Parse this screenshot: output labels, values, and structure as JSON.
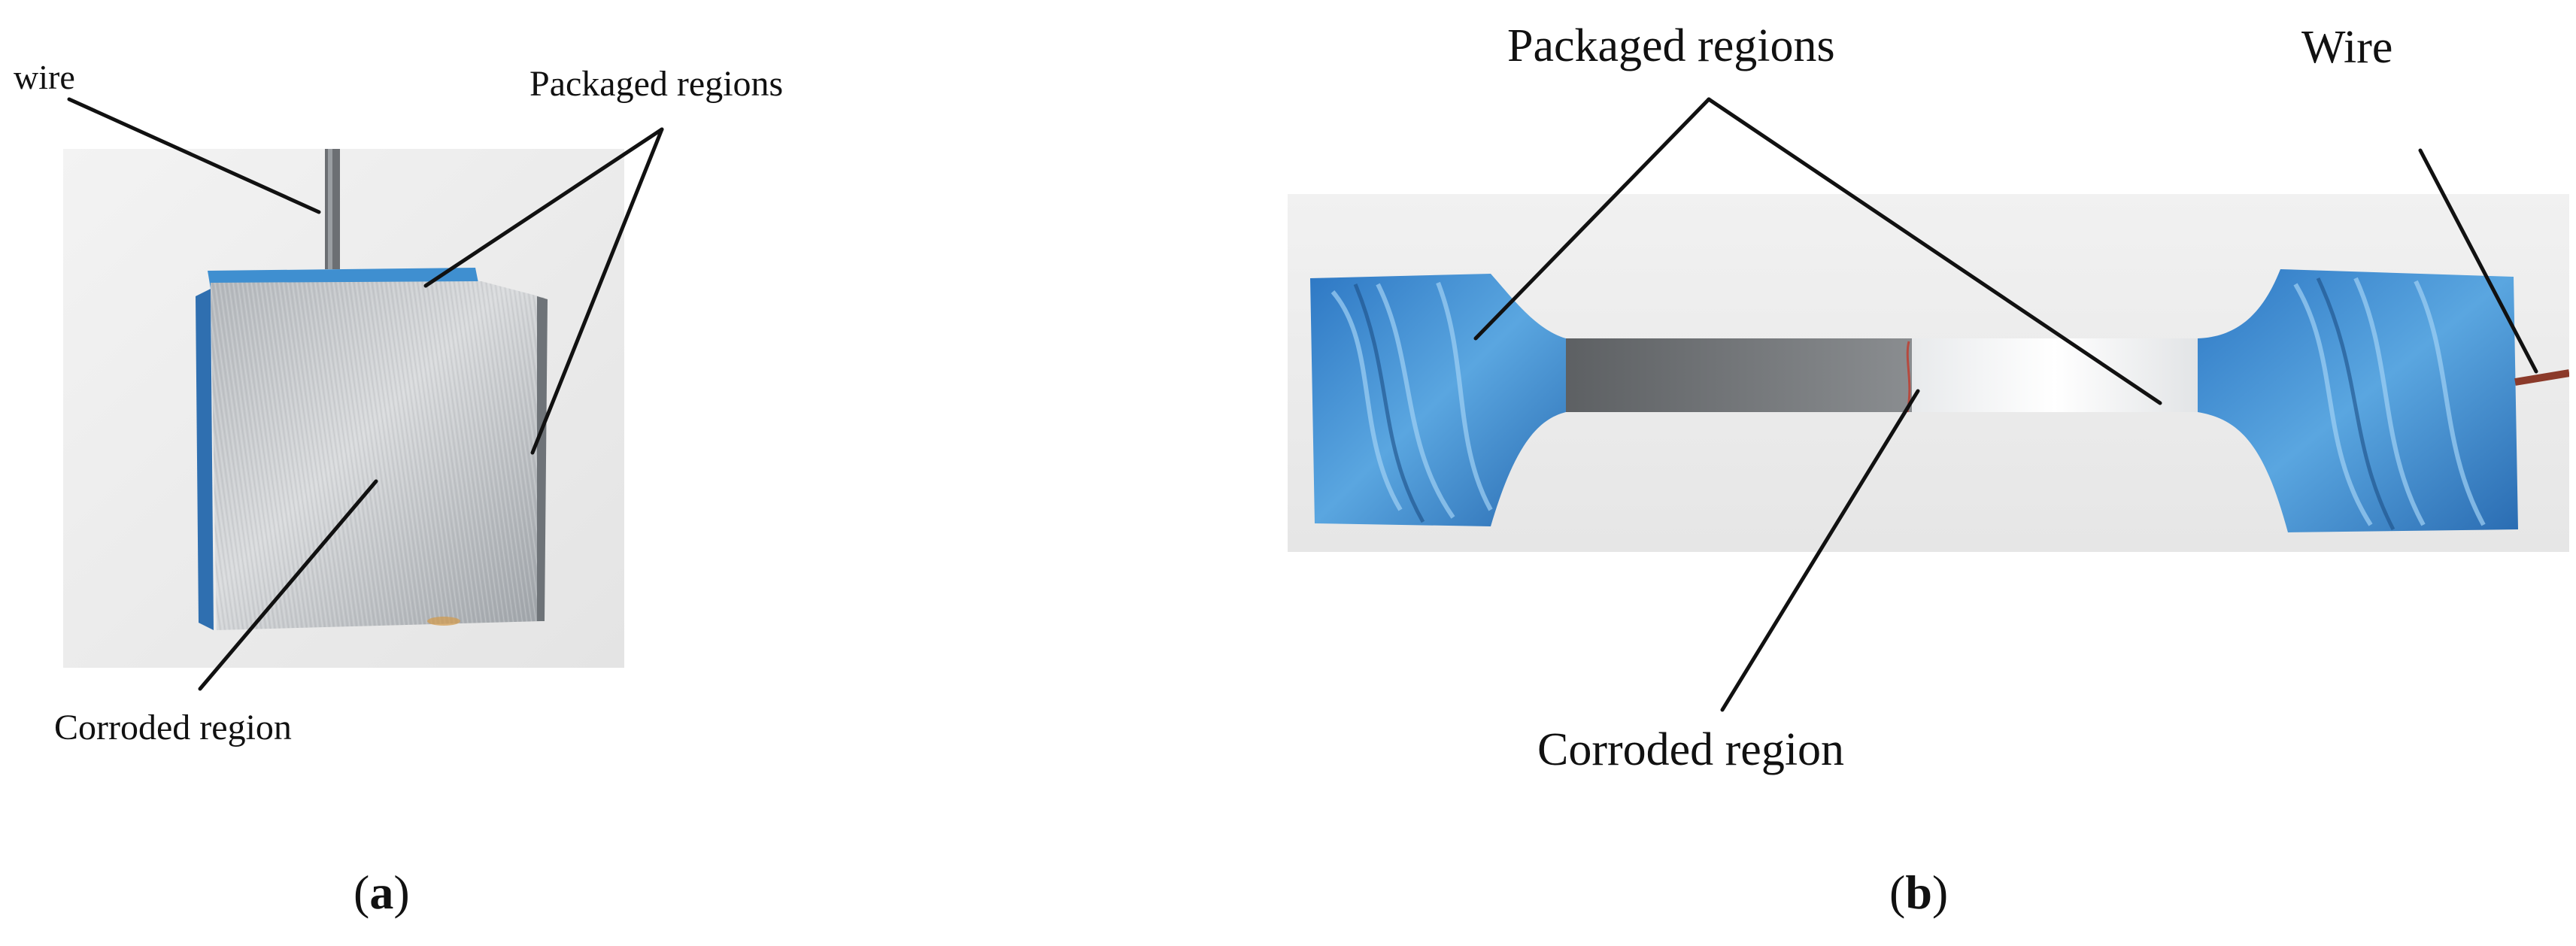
{
  "panel_a": {
    "labels": {
      "wire": "wire",
      "packaged": "Packaged regions",
      "corroded": "Corroded region"
    },
    "caption": "a"
  },
  "panel_b": {
    "labels": {
      "packaged": "Packaged regions",
      "wire": "Wire",
      "corroded": "Corroded region"
    },
    "caption": "b"
  },
  "colors": {
    "tape_blue": "#3f8fd0",
    "metal": "#a9adb1",
    "photo_bg": "#eeeeee"
  }
}
